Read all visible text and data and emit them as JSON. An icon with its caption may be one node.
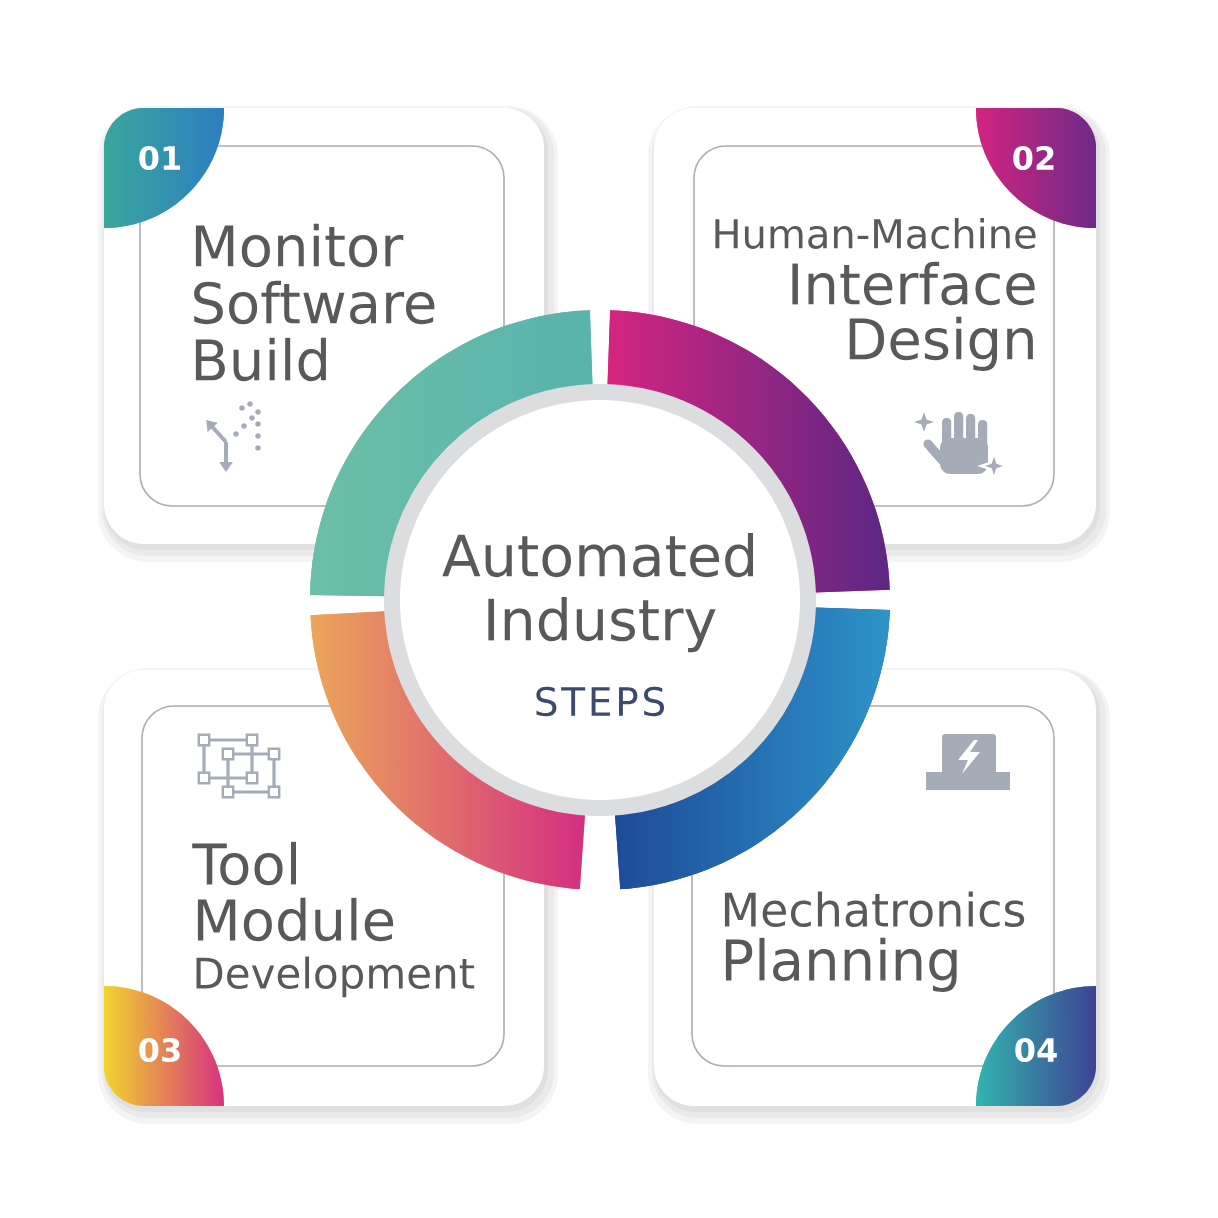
{
  "diagram": {
    "nodes": [
      {
        "text": [
          "Monitor Software Build"
        ]
      },
      {
        "text": [
          "01"
        ],
        "in": 0
      },
      {
        "text": [
          "Human-Machine",
          "Interface Design"
        ]
      },
      {
        "text": [
          "02"
        ],
        "in": 2
      },
      {
        "text": [
          "Automated Industry",
          "STEPS"
        ]
      },
      {
        "text": [
          "Tool Module",
          "Development"
        ]
      },
      {
        "text": [
          "03"
        ],
        "in": 5
      },
      {
        "text": [
          "Mechatronics",
          "Planning"
        ]
      },
      {
        "text": [
          "04"
        ],
        "in": 7
      }
    ]
  }
}
